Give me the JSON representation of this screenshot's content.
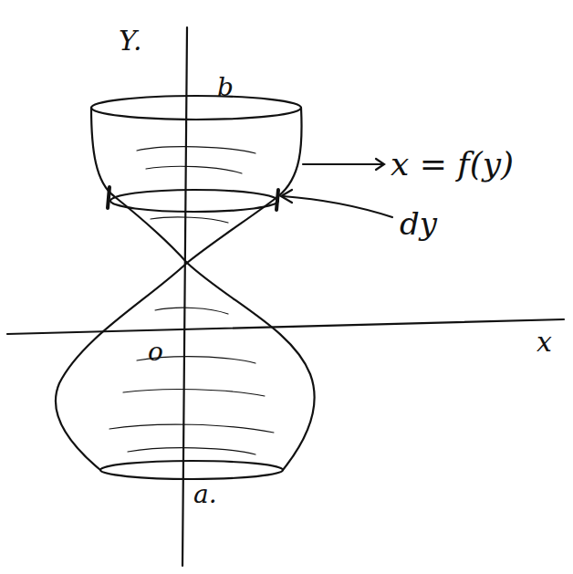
{
  "diagram": {
    "labels": [
      "Y.",
      "b",
      "x = f(y)",
      "dy",
      "x",
      "o",
      "a."
    ]
  }
}
